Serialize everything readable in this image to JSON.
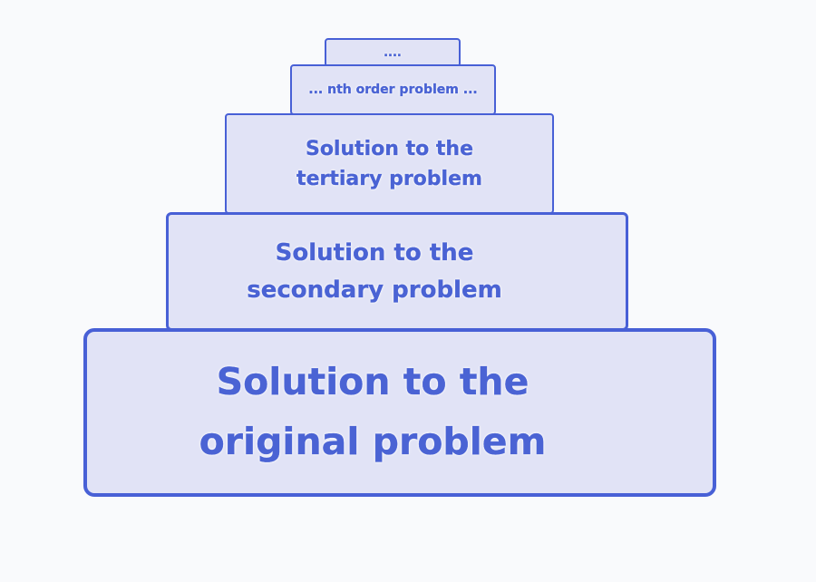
{
  "pyramid": {
    "levels": [
      {
        "lines": [
          "Solution to the",
          "original problem"
        ]
      },
      {
        "lines": [
          "Solution to the",
          "secondary problem"
        ]
      },
      {
        "lines": [
          "Solution to the",
          "tertiary problem"
        ]
      },
      {
        "lines": [
          "... nth order problem ..."
        ]
      },
      {
        "lines": [
          "...."
        ]
      }
    ]
  },
  "colors": {
    "background": "#f9fafc",
    "box_fill": "#e1e3f6",
    "box_border": "#4860d6",
    "text": "#4a63d4"
  }
}
